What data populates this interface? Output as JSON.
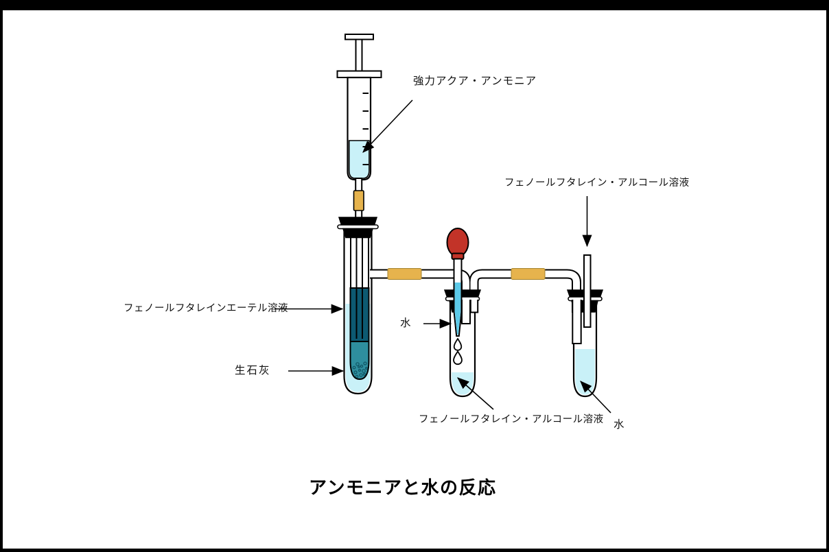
{
  "title": "アンモニアと水の反応",
  "labels": {
    "syringe_content": "強力アクア・アンモニア",
    "phenolphthalein_alcohol_top": "フェノールフタレイン・アルコール溶液",
    "phenolphthalein_ether": "フェノールフタレインエーテル溶液",
    "quicklime": "生石灰",
    "water_dropper": "水",
    "phenolphthalein_alcohol_bottom": "フェノールフタレイン・アルコール溶液",
    "water_tube3": "水"
  },
  "colors": {
    "liquid_light": "#c9f1f8",
    "water_blue": "#5cc9e8",
    "teal_dark": "#0d5a72",
    "teal_mid": "#2e8e9e",
    "rubber_yellow": "#e6b34d",
    "bulb_red": "#c23328",
    "line_black": "#000000"
  }
}
